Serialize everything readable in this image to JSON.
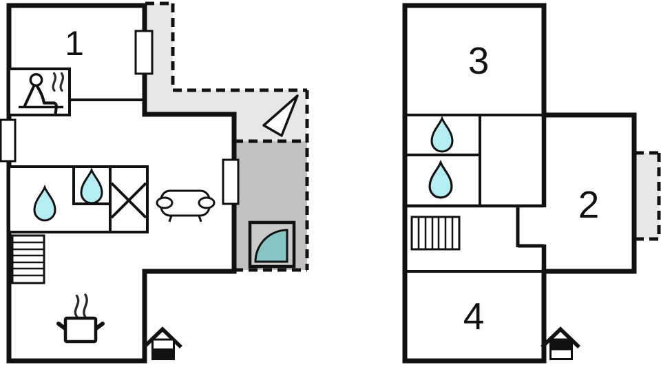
{
  "title": "Holiday home floor plan",
  "plans": {
    "ground_floor": {
      "name": "ground floor",
      "rooms": [
        {
          "label": "1"
        }
      ],
      "features": [
        "sauna",
        "shower-room",
        "washroom",
        "wardrobe",
        "sofa",
        "stairs",
        "kitchen-pot",
        "terrace",
        "patio",
        "hot-tub",
        "north-arrow",
        "ground-floor-marker",
        "window",
        "window",
        "window"
      ]
    },
    "upper_floor": {
      "name": "upper floor",
      "rooms": [
        {
          "label": "3"
        },
        {
          "label": "2"
        },
        {
          "label": "4"
        }
      ],
      "features": [
        "shower-room",
        "shower-room",
        "stairs",
        "balcony",
        "upper-floor-marker"
      ]
    }
  },
  "colors": {
    "paper": "#ffffff",
    "wall": "#111111",
    "terrace_light": "#e7e7e7",
    "terrace_dark": "#c1c1c1",
    "water_drop": "#b5eef2",
    "tub_water": "#87c5c2",
    "tub_base": "#cacaca",
    "steam": "#2b2b2b"
  }
}
